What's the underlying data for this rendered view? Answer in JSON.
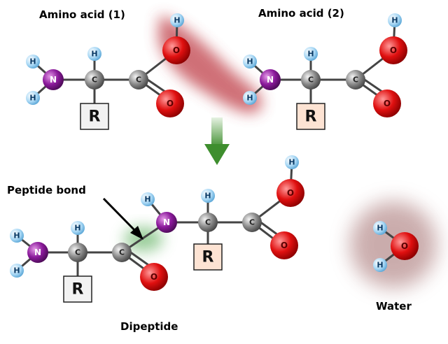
{
  "labels": {
    "amino_acid_1": "Amino acid (1)",
    "amino_acid_2": "Amino acid (2)",
    "peptide_bond": "Peptide bond",
    "dipeptide": "Dipeptide",
    "water": "Water"
  },
  "atoms": {
    "hydrogen": "H",
    "nitrogen": "N",
    "carbon": "C",
    "oxygen": "O",
    "r_group": "R"
  },
  "colors": {
    "hydrogen": "#a9d8f5",
    "nitrogen": "#8b1a9b",
    "carbon": "#8a8a8a",
    "oxygen": "#e01010",
    "r_box_1": "#f2f2f2",
    "r_box_2": "#fde3d3",
    "arrow": "#4a9a3a",
    "condensation_glow": "#c0404a",
    "bond_glow": "#4aa64a",
    "water_glow": "#a06a6a"
  }
}
